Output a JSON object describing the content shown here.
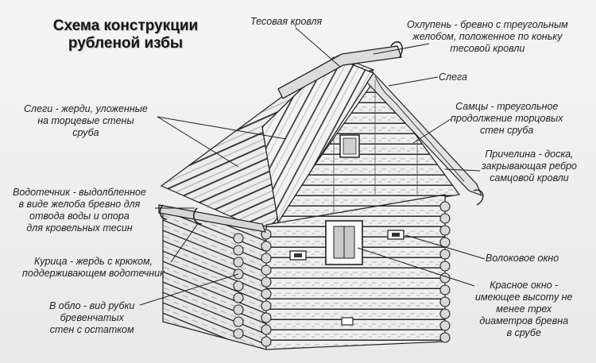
{
  "title": {
    "line1": "Схема конструкции",
    "line2": "рубленой избы"
  },
  "labels": {
    "tes_roof": "Тесовая кровля",
    "okhlupen": [
      "Охлупень - бревно с треугольным",
      "желобом, положенное по коньку",
      "тесовой кровли"
    ],
    "slega": "Слега",
    "slegi": [
      "Слеги - жерди, уложенные",
      "на торцевые стены",
      "сруба"
    ],
    "samtsy": [
      "Самцы - треугольное",
      "продолжение торцовых",
      "стен сруба"
    ],
    "prichelina": [
      "Причелина - доска,",
      "закрывающая ребро",
      "самцовой кровли"
    ],
    "vodotechnik": [
      "Водотечник - выдолбленное",
      "в виде желоба бревно для",
      "отвода воды и опора",
      "для кровельных тесин"
    ],
    "kuritsa": [
      "Курица - жердь с крюком,",
      "поддерживающем водотечник"
    ],
    "v_oblo": [
      "В обло - вид рубки",
      "бревенчатых",
      "стен с остатком"
    ],
    "volokovoe": "Волоковое окно",
    "krasnoe": [
      "Красное окно -",
      "имеющее высоту не",
      "менее трех",
      "диаметров бревна",
      "в срубе"
    ]
  },
  "colors": {
    "ink": "#1e1e1e",
    "background": "#eeeeee",
    "title_shadow": "#bdbdbd"
  }
}
